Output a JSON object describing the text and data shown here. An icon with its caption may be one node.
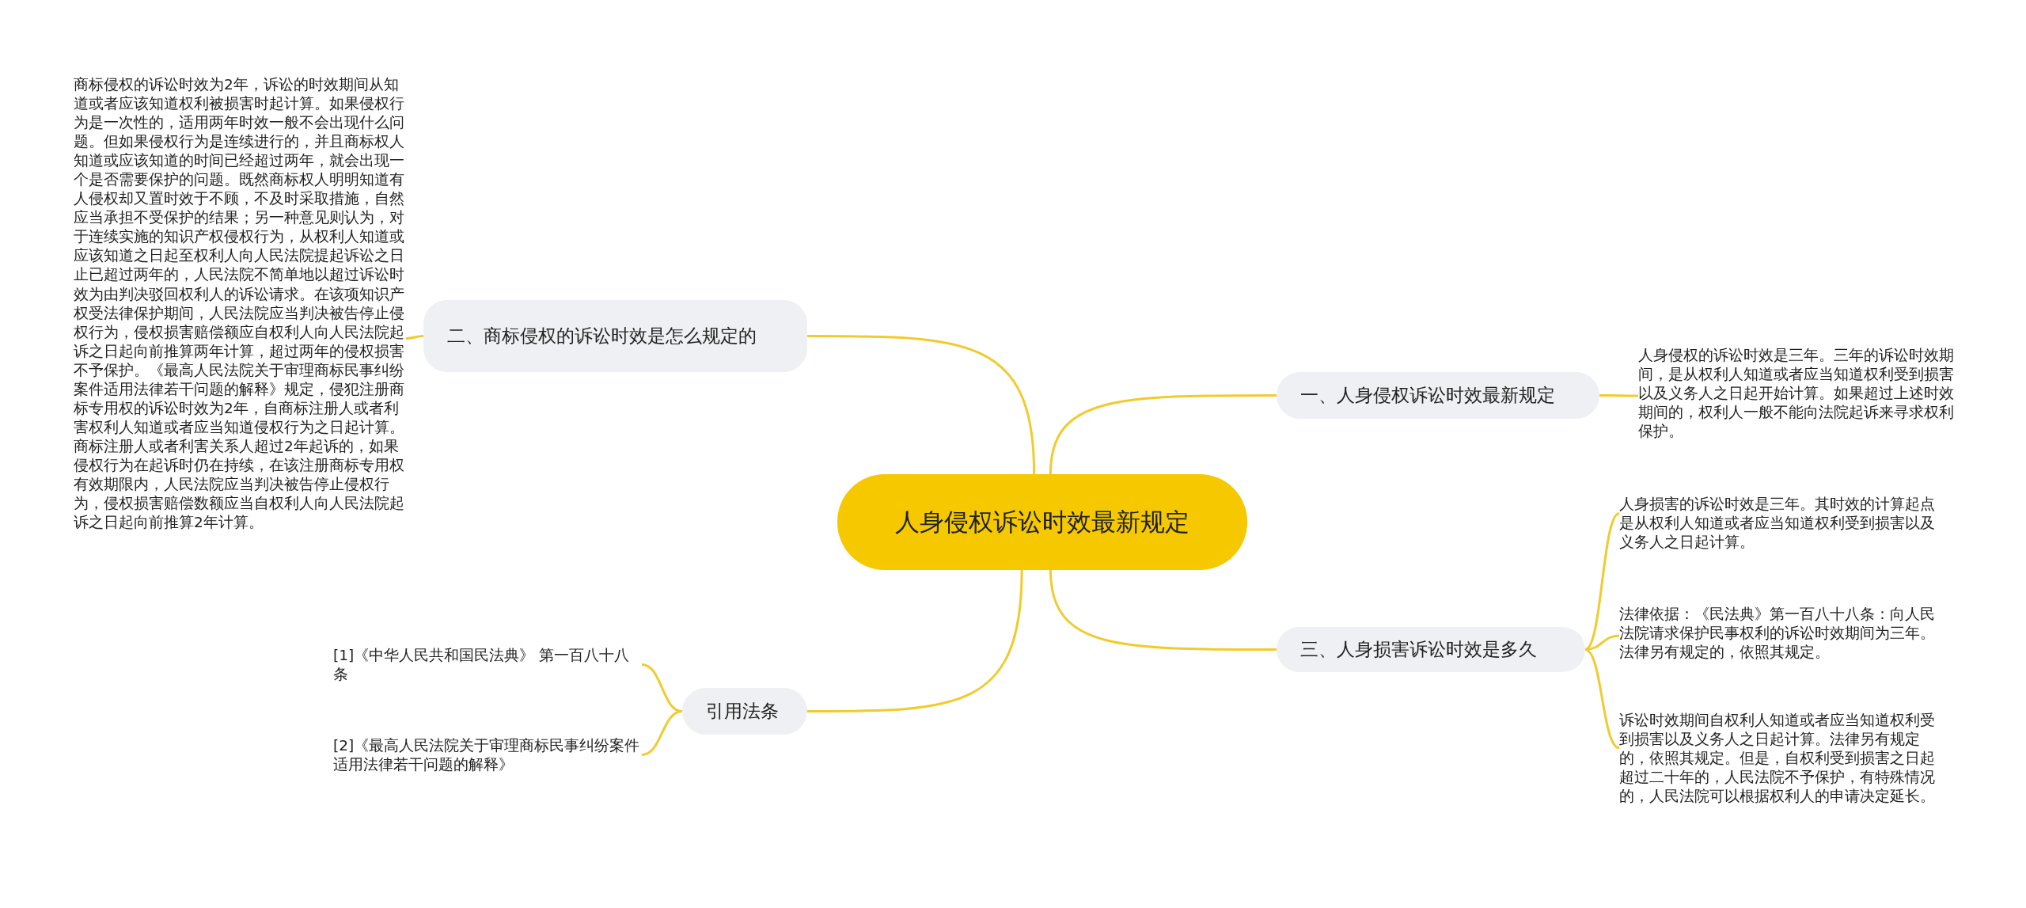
{
  "diagram": {
    "nodes": [
      {
        "text": [
          "人身侵权诉讼时效最新规定"
        ]
      },
      {
        "text": [
          "二、商标侵权的诉讼时效是怎么规定的"
        ]
      },
      {
        "text": [
          "商标侵权的诉讼时效为2年，诉讼的时效期间从知道或者应该知道权利被损害时起计算。如果侵权行为是一次性的，适用两年时效一般不会出现什么问题。但如果侵权行为是连续进行的，并且商标权人知道或应该知道的时间已经超过两年，就会出现一个是否需要保护的问题。既然商标权人明明知道有人侵权却又置时效于不顾，不及时采取措施，自然应当承担不受保护的结果；另一种意见则认为，对于连续实施的知识产权侵权行为，从权利人知道或应该知道之日起至权利人向人民法院提起诉讼之日止已超过两年的，人民法院不简单地以超过诉讼时效为由判决驳回权利人的诉讼请求。在该项知识产权受法律保护期间，人民法院应当判决被告停止侵权行为，侵权损害赔偿额应自权利人向人民法院起诉之日起向前推算两年计算，超过两年的侵权损害不予保护。《最高人民法院关于审理商标民事纠纷案件适用法律若干问题的解释》规定，侵犯注册商标专用权的诉讼时效为2年，自商标注册人或者利害权利人知道或者应当知道侵权行为之日起计算。商标注册人或者利害关系人超过2年起诉的，如果侵权行为在起诉时仍在持续，在该注册商标专用权有效期限内，人民法院应当判决被告停止侵权行为，侵权损害赔偿数额应当自权利人向人民法院起诉之日起向前推算2年计算。"
        ]
      },
      {
        "text": [
          "引用法条"
        ]
      },
      {
        "text": [
          "[1]《中华人民共和国民法典》 第一百八十八条"
        ]
      },
      {
        "text": [
          "[2]《最高人民法院关于审理商标民事纠纷案件适用法律若干问题的解释》"
        ]
      },
      {
        "text": [
          "一、人身侵权诉讼时效最新规定"
        ]
      },
      {
        "text": [
          "人身侵权的诉讼时效是三年。三年的诉讼时效期间，是从权利人知道或者应当知道权利受到损害以及义务人之日起开始计算。如果超过上述时效期间的，权利人一般不能向法院起诉来寻求权利保护。"
        ]
      },
      {
        "text": [
          "三、人身损害诉讼时效是多久"
        ]
      },
      {
        "text": [
          "人身损害的诉讼时效是三年。其时效的计算起点是从权利人知道或者应当知道权利受到损害以及义务人之日起计算。"
        ]
      },
      {
        "text": [
          "法律依据：《民法典》第一百八十八条：向人民法院请求保护民事权利的诉讼时效期间为三年。法律另有规定的，依照其规定。"
        ]
      },
      {
        "text": [
          "诉讼时效期间自权利人知道或者应当知道权利受到损害以及义务人之日起计算。法律另有规定的，依照其规定。但是，自权利受到损害之日起超过二十年的，人民法院不予保护，有特殊情况的，人民法院可以根据权利人的申请决定延长。"
        ]
      }
    ],
    "edges": [
      {
        "from": 0,
        "to": 1,
        "arrow": "none"
      },
      {
        "from": 1,
        "to": 2,
        "arrow": "none"
      },
      {
        "from": 0,
        "to": 3,
        "arrow": "none"
      },
      {
        "from": 3,
        "to": 4,
        "arrow": "none"
      },
      {
        "from": 3,
        "to": 5,
        "arrow": "none"
      },
      {
        "from": 0,
        "to": 6,
        "arrow": "none"
      },
      {
        "from": 6,
        "to": 7,
        "arrow": "none"
      },
      {
        "from": 0,
        "to": 8,
        "arrow": "none"
      },
      {
        "from": 8,
        "to": 9,
        "arrow": "none"
      },
      {
        "from": 8,
        "to": 10,
        "arrow": "none"
      },
      {
        "from": 8,
        "to": 11,
        "arrow": "none"
      }
    ]
  }
}
